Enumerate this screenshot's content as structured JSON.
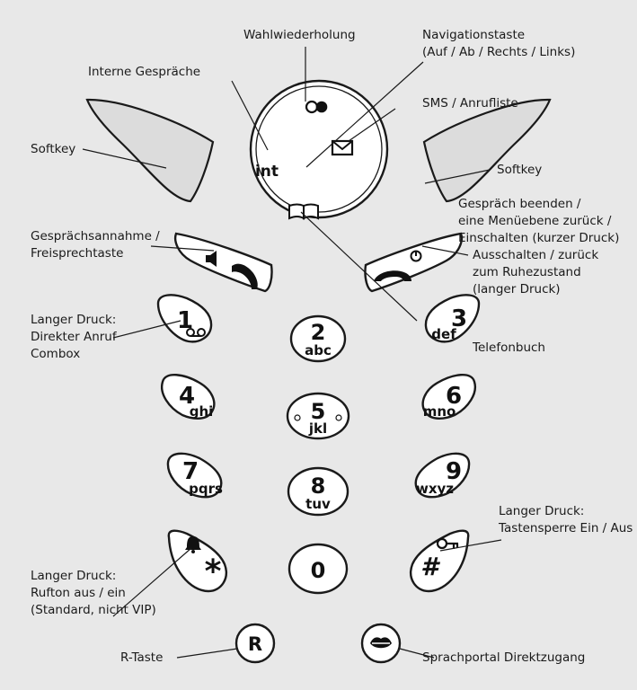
{
  "labels": {
    "wahlwiederholung": "Wahlwiederholung",
    "navigation_1": "Navigationstaste",
    "navigation_2": "(Auf / Ab / Rechts / Links)",
    "interne": "Interne Gespräche",
    "sms": "SMS / Anrufliste",
    "softkey_left": "Softkey",
    "softkey_right": "Softkey",
    "annahme_1": "Gesprächsannahme /",
    "annahme_2": "Freisprechtaste",
    "beenden_1": "Gespräch beenden /",
    "beenden_2": "eine Menüebene zurück /",
    "beenden_3": "Einschalten (kurzer Druck)",
    "beenden_4": "Ausschalten / zurück",
    "beenden_5": "zum Ruhezustand",
    "beenden_6": "(langer Druck)",
    "combox_1": "Langer Druck:",
    "combox_2": "Direkter Anruf",
    "combox_3": "Combox",
    "telefonbuch": "Telefonbuch",
    "sperre_1": "Langer Druck:",
    "sperre_2": "Tastensperre Ein / Aus",
    "rufton_1": "Langer Druck:",
    "rufton_2": "Rufton aus / ein",
    "rufton_3": "(Standard, nicht VIP)",
    "rtaste": "R-Taste",
    "sprachportal": "Sprachportal Direktzugang"
  },
  "nav_key": {
    "center_label": "int"
  },
  "keys": [
    {
      "digit": "1",
      "letters": ""
    },
    {
      "digit": "2",
      "letters": "abc"
    },
    {
      "digit": "3",
      "letters": "def"
    },
    {
      "digit": "4",
      "letters": "ghi"
    },
    {
      "digit": "5",
      "letters": "jkl"
    },
    {
      "digit": "6",
      "letters": "mno"
    },
    {
      "digit": "7",
      "letters": "pqrs"
    },
    {
      "digit": "8",
      "letters": "tuv"
    },
    {
      "digit": "9",
      "letters": "wxyz"
    },
    {
      "digit": "*",
      "letters": ""
    },
    {
      "digit": "0",
      "letters": ""
    },
    {
      "digit": "#",
      "letters": ""
    }
  ],
  "r_key": {
    "label": "R"
  },
  "icons": {
    "redial": "redial-icon",
    "sms": "envelope-icon",
    "phonebook": "book-icon",
    "speaker": "speaker-icon",
    "call_accept": "handset-accept-icon",
    "call_end": "handset-end-icon",
    "power": "power-icon",
    "voicemail": "voicemail-icon",
    "bell": "bell-icon",
    "key_lock": "key-icon",
    "voice_portal": "lips-icon"
  }
}
